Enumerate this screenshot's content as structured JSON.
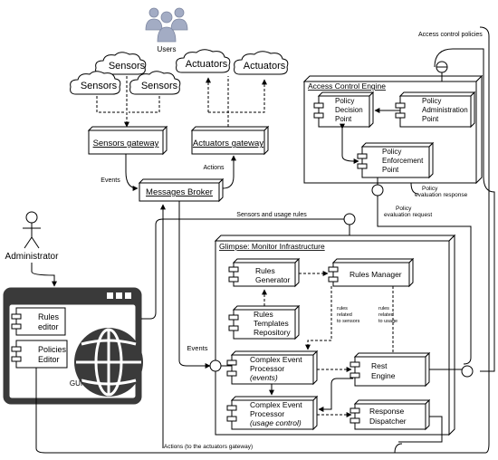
{
  "users": {
    "label": "Users"
  },
  "clouds": {
    "sensors_top": "Sensors",
    "sensors_left": "Sensors",
    "sensors_right": "Sensors",
    "actuators_left": "Actuators",
    "actuators_right": "Actuators"
  },
  "gateways": {
    "sensors": "Sensors gateway",
    "actuators": "Actuators gateway",
    "broker": "Messages Broker"
  },
  "edge_labels": {
    "events_top": "Events",
    "actions_top": "Actions",
    "sensors_usage_rules": "Sensors and usage rules",
    "events_gui": "Events",
    "access_control_policies": "Access control policies",
    "policy_eval_response_1": "Policy",
    "policy_eval_response_2": "evaluation response",
    "policy_eval_request_1": "Policy",
    "policy_eval_request_2": "evaluation request",
    "rules_sensors_1": "rules",
    "rules_sensors_2": "related",
    "rules_sensors_3": "to sensors",
    "rules_usage_1": "rules",
    "rules_usage_2": "related",
    "rules_usage_3": "to usage",
    "actions_to_actuators": "Actions (to the actuators gateway)"
  },
  "access_control": {
    "title": "Access Control Engine",
    "pdp": [
      "Policy",
      "Decision",
      "Point"
    ],
    "pap": [
      "Policy",
      "Administration",
      "Point"
    ],
    "pep": [
      "Policy",
      "Enforcement",
      "Point"
    ]
  },
  "administrator": {
    "label": "Administrator"
  },
  "gui": {
    "label": "GUI",
    "rules_editor": [
      "Rules",
      "editor"
    ],
    "policies_editor": [
      "Policies",
      "Editor"
    ]
  },
  "glimpse": {
    "title": "Glimpse: Monitor Infrastructure",
    "rules_generator": [
      "Rules",
      "Generator"
    ],
    "rules_manager": "Rules Manager",
    "templates_repo": [
      "Rules",
      "Templates",
      "Repository"
    ],
    "cep_events": [
      "Complex Event",
      "Processor",
      "(events)"
    ],
    "cep_usage": [
      "Complex Event",
      "Processor",
      "(usage control)"
    ],
    "rest_engine": [
      "Rest",
      "Engine"
    ],
    "response_dispatcher": [
      "Response",
      "Dispatcher"
    ]
  },
  "colors": {
    "stroke": "#000000",
    "box_fill": "#ffffff",
    "shadow": "#c8c8c8",
    "gui_dark": "#3a3a3a",
    "users": "#a3acc4"
  }
}
